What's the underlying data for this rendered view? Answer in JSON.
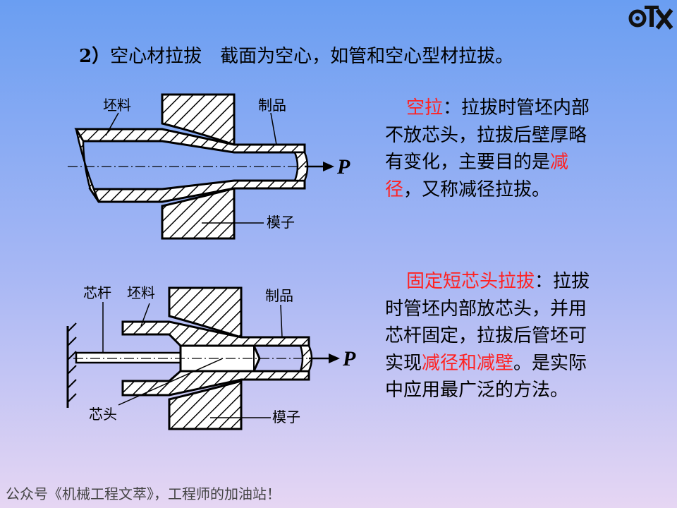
{
  "heading": {
    "number": "2）",
    "title": "空心材拉拔",
    "description": "截面为空心，如管和空心型材拉拔。"
  },
  "figure1": {
    "label_blank": "坯料",
    "label_product": "制品",
    "label_die": "模子",
    "label_force": "P"
  },
  "figure2": {
    "label_rod": "芯杆",
    "label_blank": "坯料",
    "label_product": "制品",
    "label_plug": "芯头",
    "label_die": "模子",
    "label_force": "P"
  },
  "para1": {
    "term": "空拉",
    "text1": "：拉拔时管坯内部不放芯头，拉拔后壁厚略有变化，主要目的是",
    "highlight": "减径",
    "text2": "，又称减径拉拔。"
  },
  "para2": {
    "term": "固定短芯头拉拔",
    "text1": "：拉拔时管坯内部放芯头，并用芯杆固定，拉拔后管坯可实现",
    "highlight": "减径和减壁",
    "text2": "。是实际中应用最广泛的方法。"
  },
  "watermark": "公众号《机械工程文萃》，工程师的加油站！",
  "colors": {
    "highlight": "#ff2222",
    "background_top": "#6a9ef2",
    "background_bottom": "#e6d6f3"
  }
}
